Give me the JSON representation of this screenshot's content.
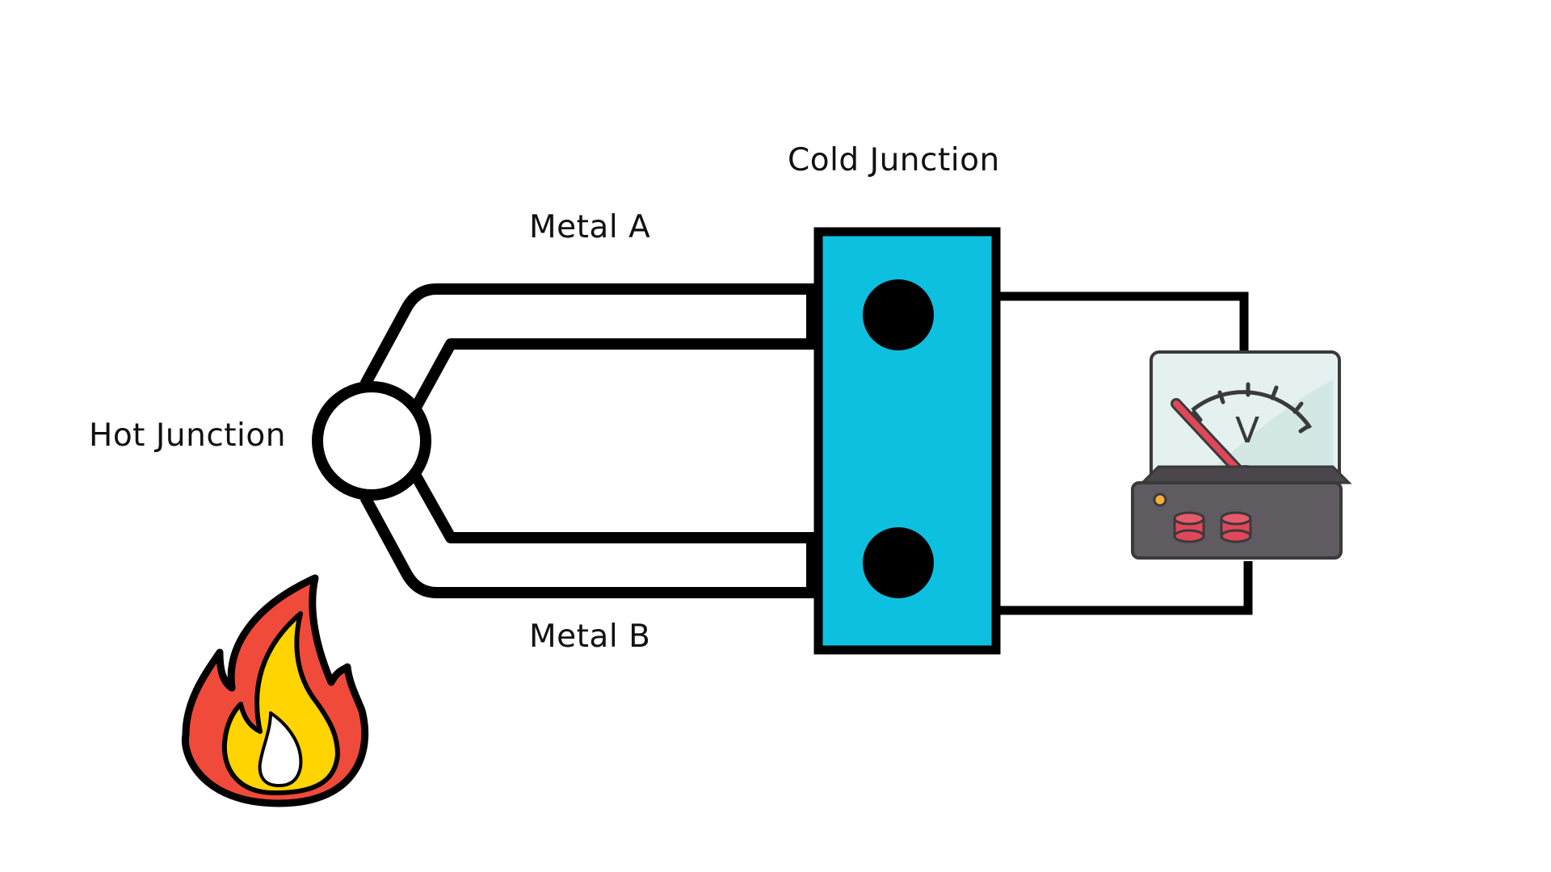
{
  "diagram": {
    "labels": {
      "cold_junction": "Cold Junction",
      "metal_a": "Metal A",
      "metal_b": "Metal B",
      "hot_junction": "Hot Junction"
    },
    "meter": {
      "unit_symbol": "V",
      "icon": "voltmeter-icon"
    },
    "heat_source": {
      "icon": "flame-icon"
    },
    "colors": {
      "block": "#0ec0e0",
      "outline": "#000000",
      "flame_outer": "#f04a3a",
      "flame_mid": "#ffd400",
      "meter_body": "#5f5b60",
      "meter_face": "#e4f1ee",
      "meter_buttons": "#e0475a",
      "needle": "#e0475a"
    }
  }
}
